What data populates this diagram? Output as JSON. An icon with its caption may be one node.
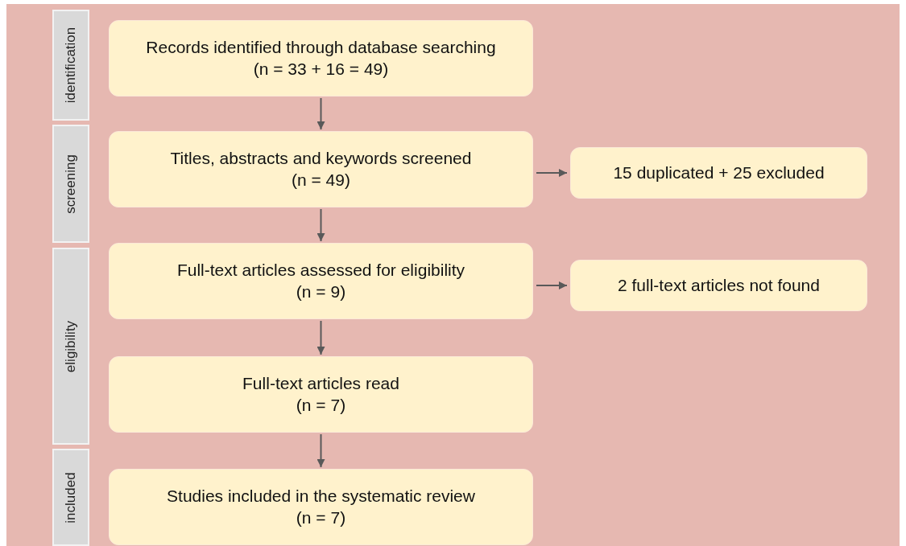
{
  "diagram": {
    "nodes": [
      {
        "text": [
          "identification"
        ]
      },
      {
        "text": [
          "Records identified through database searching",
          "(n = 33 + 16 = 49)"
        ]
      },
      {
        "text": [
          "screening"
        ]
      },
      {
        "text": [
          "Titles, abstracts and keywords screened",
          "(n = 49)"
        ]
      },
      {
        "text": [
          "15 duplicated + 25 excluded"
        ]
      },
      {
        "text": [
          "eligibility"
        ]
      },
      {
        "text": [
          "Full-text articles assessed for eligibility",
          "(n = 9)"
        ]
      },
      {
        "text": [
          "2 full-text articles not found"
        ]
      },
      {
        "text": [
          "Full-text articles read",
          "(n = 7)"
        ]
      },
      {
        "text": [
          "included"
        ]
      },
      {
        "text": [
          "Studies included in the systematic review",
          "(n = 7)"
        ]
      }
    ],
    "edges": [
      {
        "from": 1,
        "to": 3,
        "arrow": "to"
      },
      {
        "from": 3,
        "to": 4,
        "arrow": "to"
      },
      {
        "from": 3,
        "to": 6,
        "arrow": "to"
      },
      {
        "from": 6,
        "to": 7,
        "arrow": "to"
      },
      {
        "from": 6,
        "to": 8,
        "arrow": "to"
      },
      {
        "from": 8,
        "to": 10,
        "arrow": "to"
      }
    ]
  }
}
